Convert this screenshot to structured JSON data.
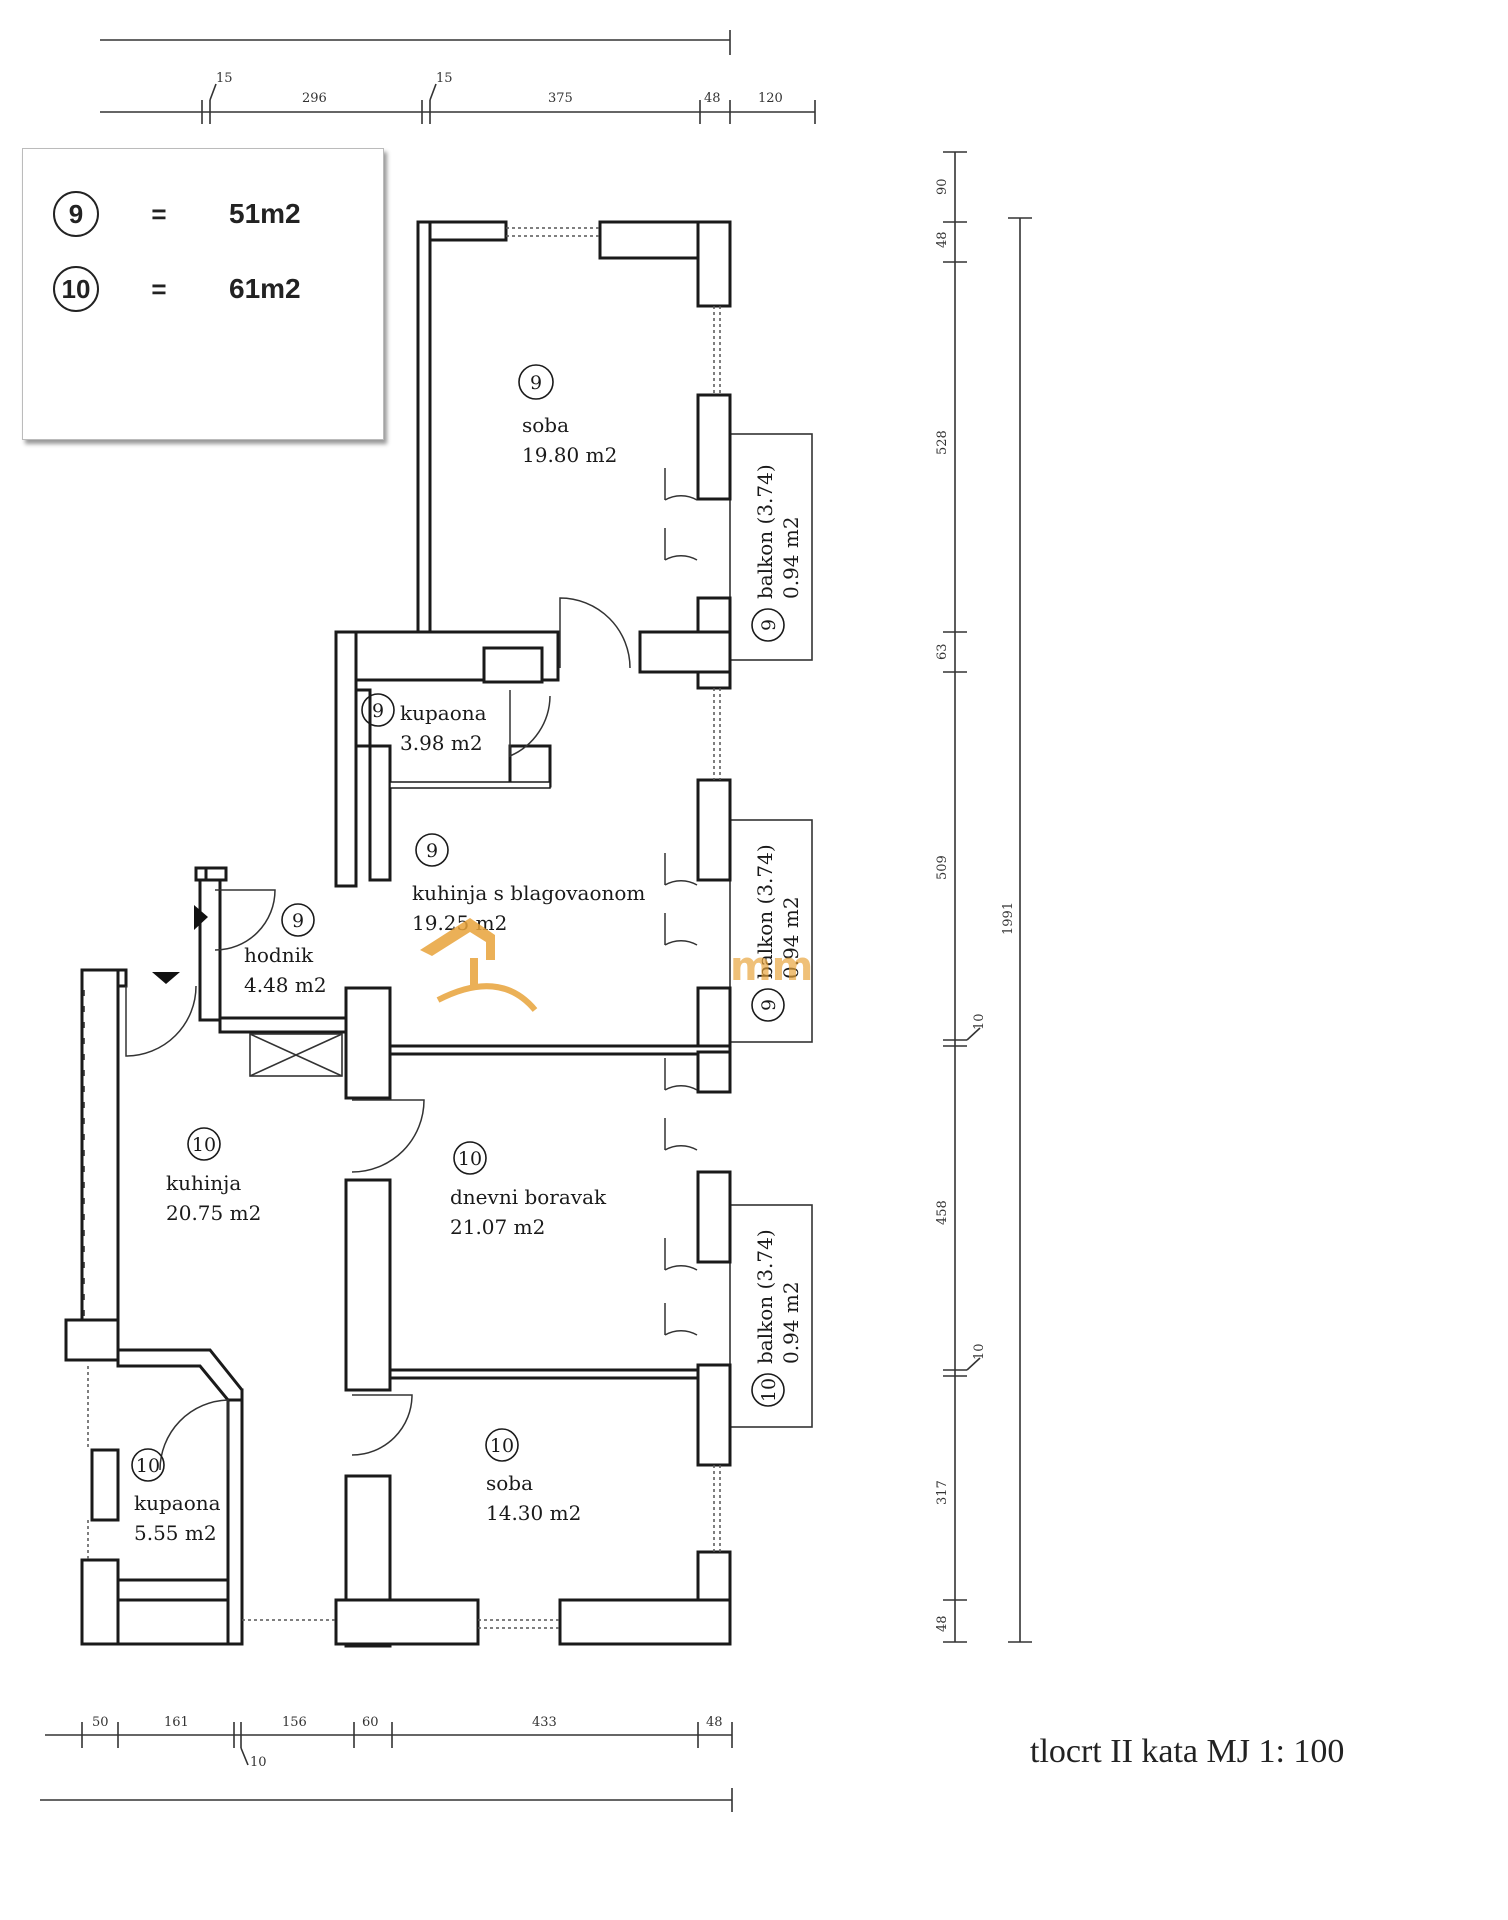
{
  "legend": {
    "items": [
      {
        "unit": "9",
        "eq": "=",
        "area": "51m2"
      },
      {
        "unit": "10",
        "eq": "=",
        "area": "61m2"
      }
    ]
  },
  "rooms": {
    "soba_top": {
      "unit": "9",
      "name": "soba",
      "area": "19.80 m2"
    },
    "kupaona_9": {
      "unit": "9",
      "name": "kupaona",
      "area": "3.98 m2"
    },
    "kuhinja_9": {
      "unit": "9",
      "name": "kuhinja s blagovaonom",
      "area": "19.25 m2"
    },
    "hodnik": {
      "unit": "9",
      "name": "hodnik",
      "area": "4.48 m2"
    },
    "kuhinja_10": {
      "unit": "10",
      "name": "kuhinja",
      "area": "20.75 m2"
    },
    "dnevni": {
      "unit": "10",
      "name": "dnevni boravak",
      "area": "21.07 m2"
    },
    "kupaona_10": {
      "unit": "10",
      "name": "kupaona",
      "area": "5.55 m2"
    },
    "soba_bottom": {
      "unit": "10",
      "name": "soba",
      "area": "14.30 m2"
    }
  },
  "balconies": [
    {
      "unit": "9",
      "label": "balkon (3.74)",
      "area": "0.94 m2"
    },
    {
      "unit": "9",
      "label": "balkon (3.74)",
      "area": "0.94 m2"
    },
    {
      "unit": "10",
      "label": "balkon (3.74)",
      "area": "0.94 m2"
    }
  ],
  "dimensions": {
    "top": [
      "15",
      "296",
      "15",
      "375",
      "48",
      "120"
    ],
    "bottom": [
      "50",
      "161",
      "156",
      "60",
      "433",
      "48"
    ],
    "bottom_sub": "10",
    "right": [
      "90",
      "48",
      "528",
      "63",
      "509",
      "458",
      "317",
      "48"
    ],
    "right_small": [
      "10",
      "10"
    ],
    "total": "1991"
  },
  "watermark": {
    "text": "mm",
    "color": "#e8a33a"
  },
  "caption": "tlocrt II kata  MJ 1: 100"
}
